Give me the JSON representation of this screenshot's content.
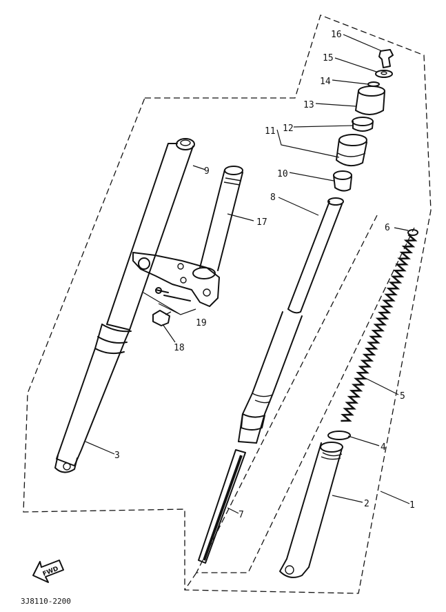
{
  "diagram_code": "3J8110-2200",
  "fwd_label": "FWD",
  "callouts": [
    {
      "id": "c1",
      "label": "1"
    },
    {
      "id": "c2",
      "label": "2"
    },
    {
      "id": "c3",
      "label": "3"
    },
    {
      "id": "c4",
      "label": "4"
    },
    {
      "id": "c5",
      "label": "5"
    },
    {
      "id": "c6",
      "label": "6"
    },
    {
      "id": "c7",
      "label": "7"
    },
    {
      "id": "c8",
      "label": "8"
    },
    {
      "id": "c9",
      "label": "9"
    },
    {
      "id": "c10",
      "label": "10"
    },
    {
      "id": "c11",
      "label": "11"
    },
    {
      "id": "c12",
      "label": "12"
    },
    {
      "id": "c13",
      "label": "13"
    },
    {
      "id": "c14",
      "label": "14"
    },
    {
      "id": "c15",
      "label": "15"
    },
    {
      "id": "c16",
      "label": "16"
    },
    {
      "id": "c17",
      "label": "17"
    },
    {
      "id": "c18",
      "label": "18"
    },
    {
      "id": "c19",
      "label": "19"
    }
  ]
}
